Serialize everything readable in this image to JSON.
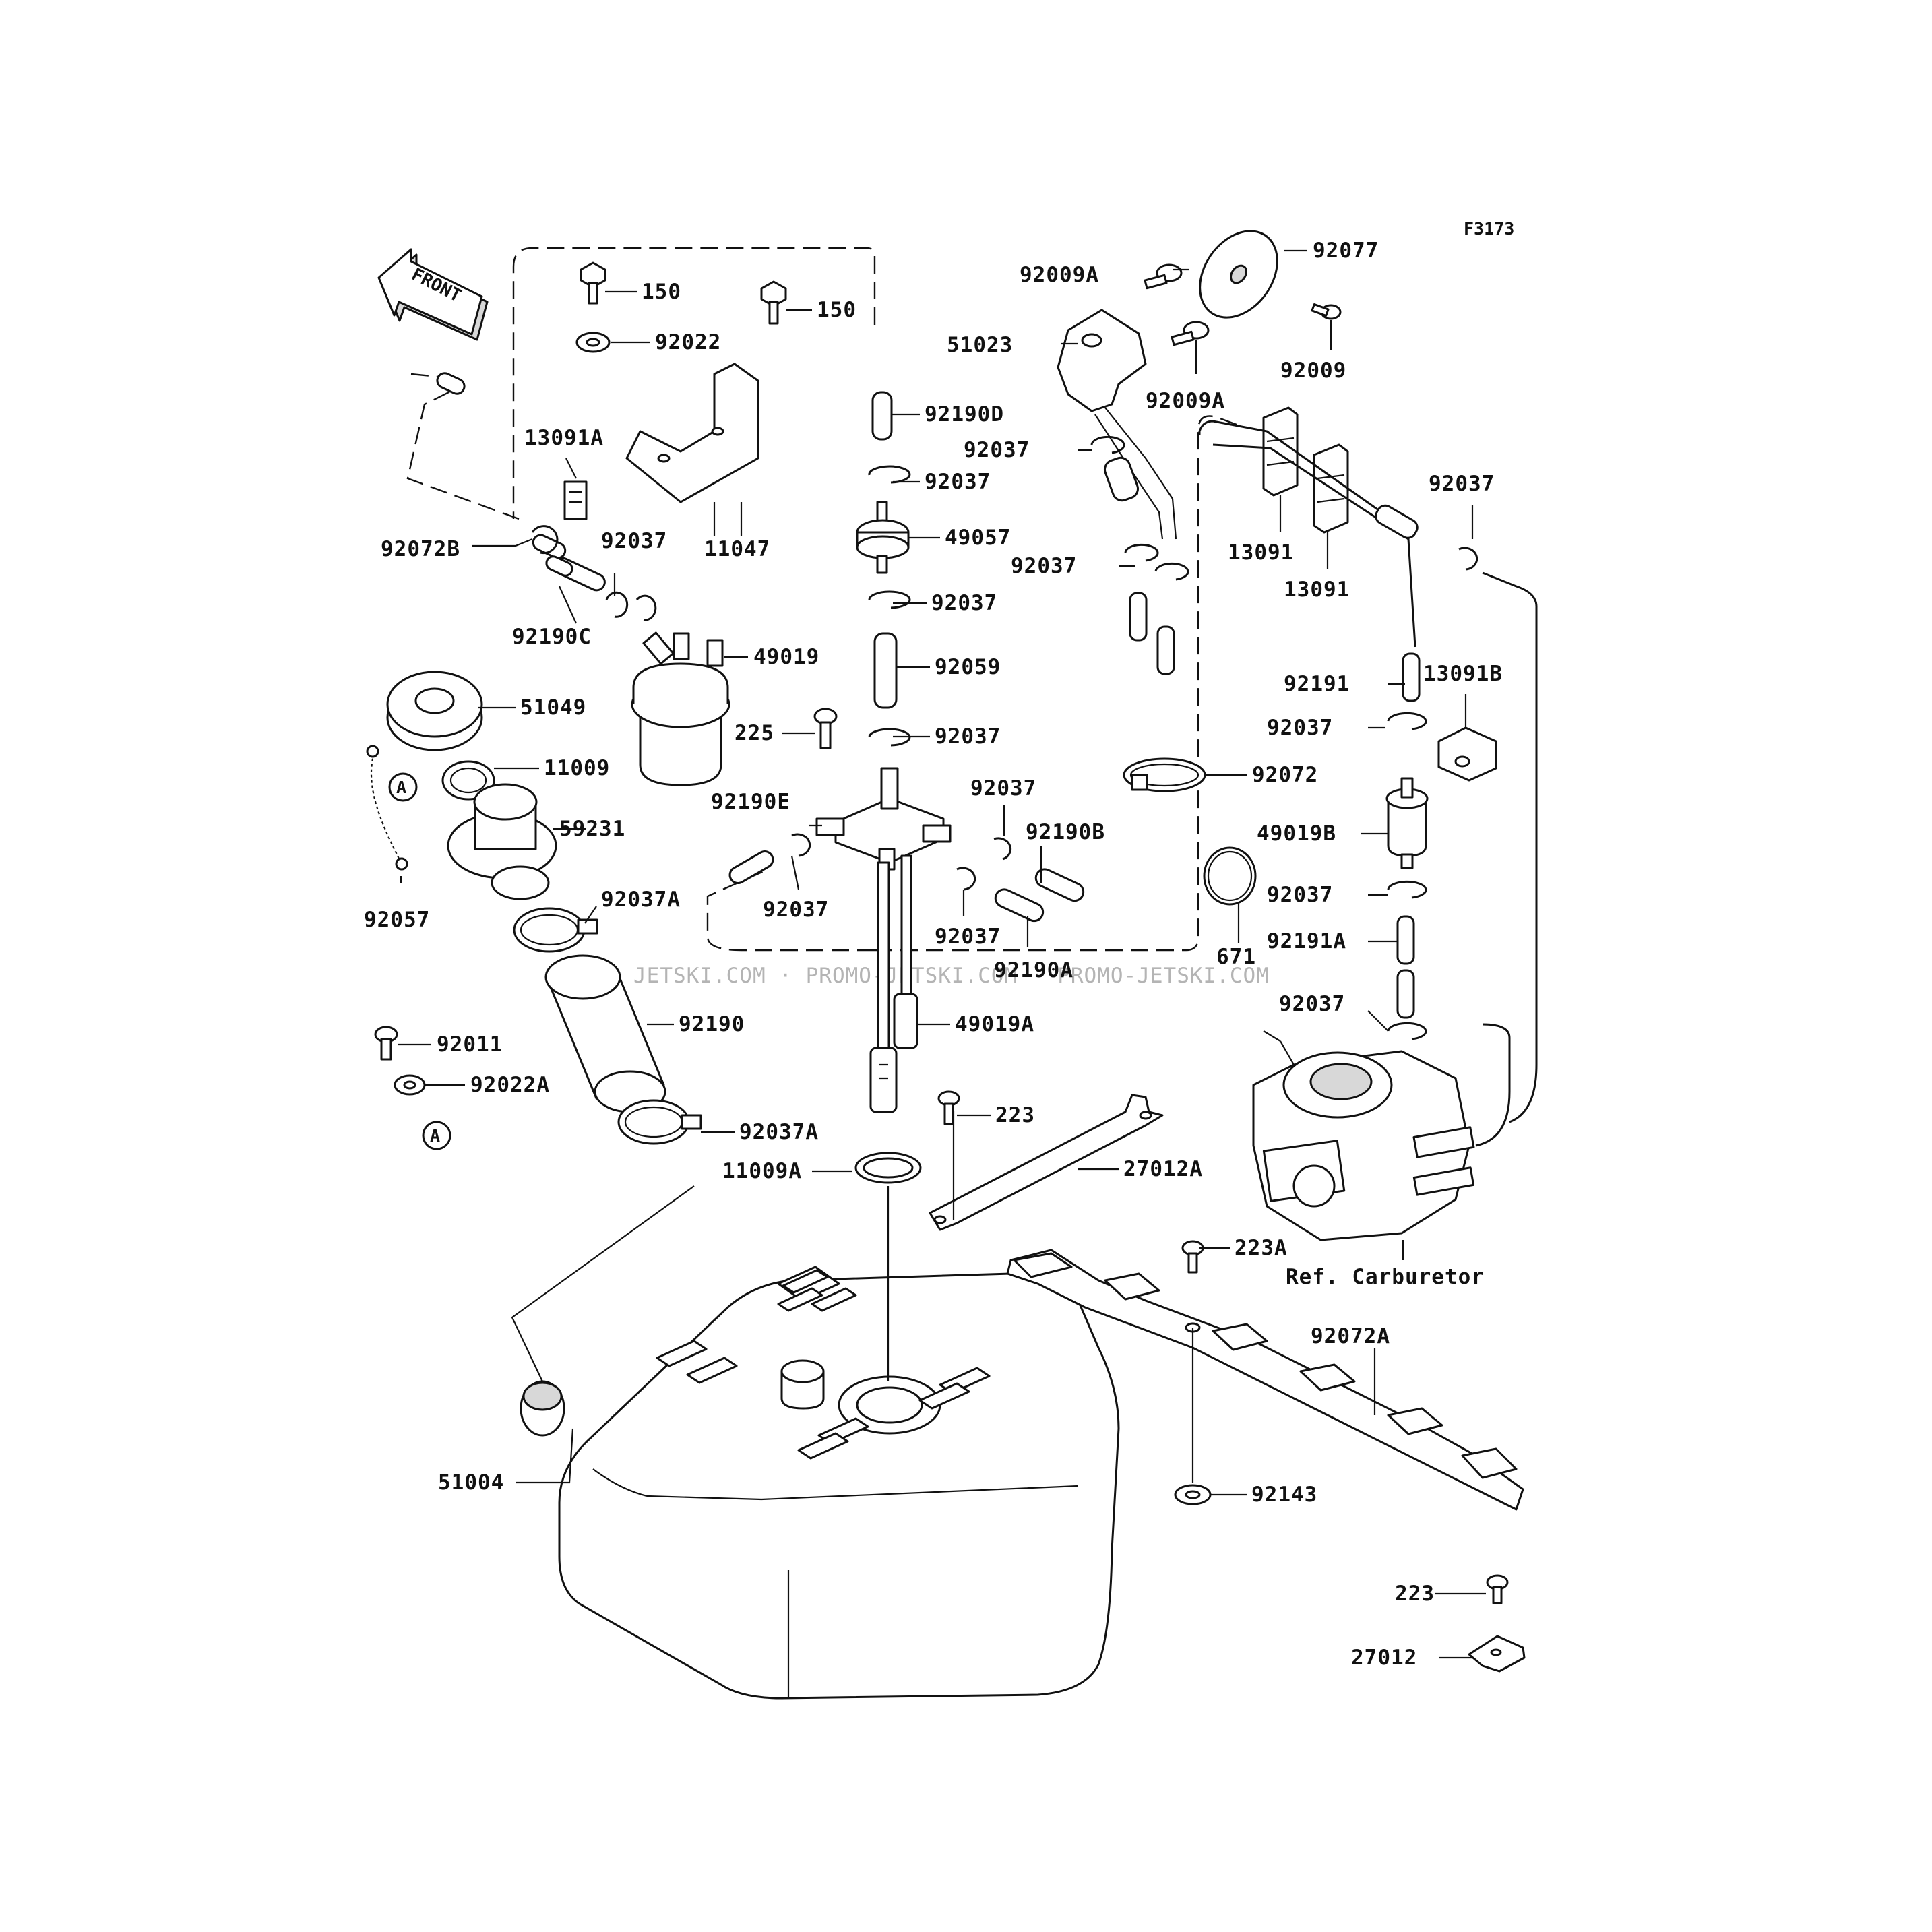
{
  "diagram_code": "F3173",
  "front_label": "FRONT",
  "watermark": "JETSKI.COM · PROMO-JETSKI.COM · PROMO-JETSKI.COM",
  "callout_marker": "A",
  "labels": {
    "l150a": "150",
    "l150b": "150",
    "l92022": "92022",
    "l92190D": "92190D",
    "l13091A": "13091A",
    "l92037_1": "92037",
    "l11047": "11047",
    "l92037_2": "92037",
    "l49057": "49057",
    "l92072B": "92072B",
    "l92190C": "92190C",
    "l92037_3": "92037",
    "l49019": "49019",
    "l92059": "92059",
    "l51049": "51049",
    "l225": "225",
    "l92037_4": "92037",
    "l11009": "11009",
    "l59231": "59231",
    "l92190E": "92190E",
    "l92037_5": "92037",
    "l92037_6": "92037",
    "l92190B": "92190B",
    "l92037A_1": "92037A",
    "l92057": "92057",
    "l92037_7": "92037",
    "l92190A": "92190A",
    "l92190": "92190",
    "l49019A": "49019A",
    "l92011": "92011",
    "l92022A": "92022A",
    "l92037A_2": "92037A",
    "l223a": "223",
    "l11009A": "11009A",
    "l27012A": "27012A",
    "l51004": "51004",
    "l92009A_1": "92009A",
    "l92077": "92077",
    "l51023": "51023",
    "l92009": "92009",
    "l92009A_2": "92009A",
    "l92037_8": "92037",
    "l92037_9": "92037",
    "l13091_1": "13091",
    "l13091_2": "13091",
    "l92037_10": "92037",
    "l92191": "92191",
    "l13091B": "13091B",
    "l92037_11": "92037",
    "l92072": "92072",
    "l49019B": "49019B",
    "l92037_12": "92037",
    "l671": "671",
    "l92191A": "92191A",
    "l92037_13": "92037",
    "l223A": "223A",
    "lRefCarb": "Ref. Carburetor",
    "l92072A": "92072A",
    "l92143": "92143",
    "l223b": "223",
    "l27012": "27012"
  }
}
